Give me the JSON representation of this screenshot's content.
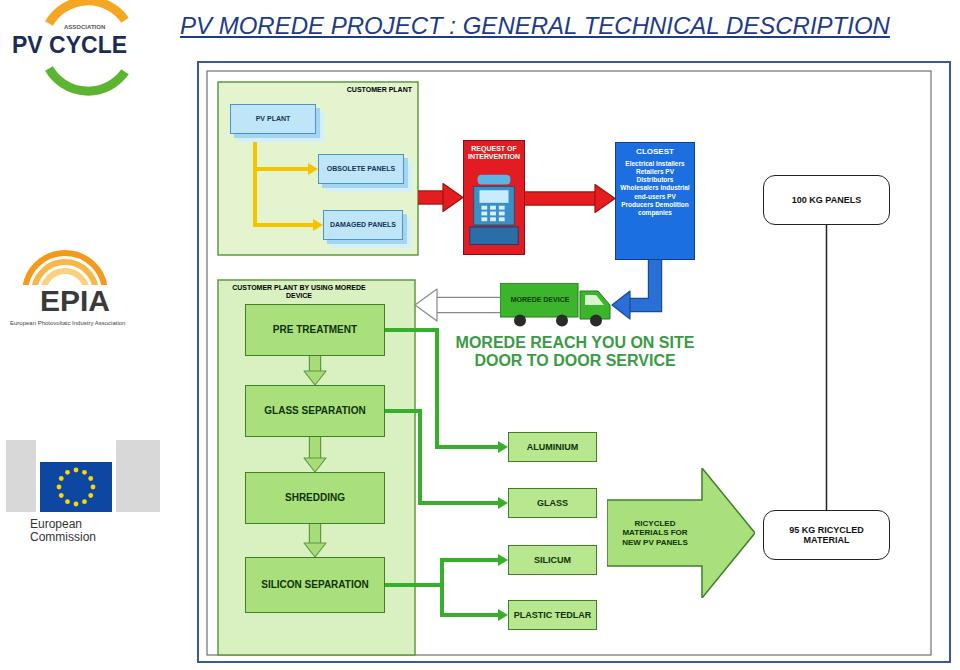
{
  "diagram": {
    "title": "PV MOREDE PROJECT : GENERAL TECHNICAL DESCRIPTION",
    "nodes": [
      {
        "text": [
          "CUSTOMER PLANT"
        ]
      },
      {
        "text": [
          "PV PLANT"
        ],
        "in": 0
      },
      {
        "text": [
          "OBSOLETE PANELS"
        ],
        "in": 0
      },
      {
        "text": [
          "DAMAGED PANELS"
        ],
        "in": 0
      },
      {
        "text": [
          "REQUEST OF INTERVENTION"
        ]
      },
      {
        "text": [
          "CLOSEST",
          "Electrical Installers Retailers PV Distributors Wholesalers Industrial end-users PV Producers Demolition companies"
        ]
      },
      {
        "text": [
          "100 KG PANELS"
        ]
      },
      {
        "text": [
          "CUSTOMER PLANT BY USING MOREDE DEVICE"
        ]
      },
      {
        "text": [
          "PRE TREATMENT"
        ],
        "in": 7
      },
      {
        "text": [
          "GLASS SEPARATION"
        ],
        "in": 7
      },
      {
        "text": [
          "SHREDDING"
        ],
        "in": 7
      },
      {
        "text": [
          "SILICON SEPARATION"
        ],
        "in": 7
      },
      {
        "text": [
          "MOREDE DEVICE"
        ]
      },
      {
        "text": [
          "ALUMINIUM"
        ]
      },
      {
        "text": [
          "GLASS"
        ]
      },
      {
        "text": [
          "SILICUM"
        ]
      },
      {
        "text": [
          "PLASTIC TEDLAR"
        ]
      },
      {
        "text": [
          "RICYCLED MATERIALS FOR NEW PV PANELS"
        ]
      },
      {
        "text": [
          "95 KG RICYCLED MATERIAL"
        ]
      }
    ],
    "edges": [
      {
        "from": 1,
        "to": 2,
        "arrow": "to"
      },
      {
        "from": 1,
        "to": 3,
        "arrow": "to"
      },
      {
        "from": 0,
        "to": 4,
        "arrow": "to"
      },
      {
        "from": 4,
        "to": 5,
        "arrow": "to"
      },
      {
        "from": 5,
        "to": 12,
        "arrow": "to"
      },
      {
        "from": 12,
        "to": 7,
        "arrow": "to"
      },
      {
        "from": 8,
        "to": 9,
        "arrow": "to"
      },
      {
        "from": 9,
        "to": 10,
        "arrow": "to"
      },
      {
        "from": 10,
        "to": 11,
        "arrow": "to"
      },
      {
        "from": 8,
        "to": 13,
        "arrow": "to"
      },
      {
        "from": 9,
        "to": 14,
        "arrow": "to"
      },
      {
        "from": 11,
        "to": 15,
        "arrow": "to"
      },
      {
        "from": 11,
        "to": 16,
        "arrow": "to"
      },
      {
        "from": 6,
        "to": 18,
        "arrow": "none"
      }
    ],
    "labels": [
      "ASSOCIATION",
      "PV CYCLE",
      "EPIA",
      "European Photovoltaic Industry Association",
      "European Commission",
      "MOREDE REACH YOU ON SITE DOOR TO DOOR SERVICE"
    ]
  }
}
